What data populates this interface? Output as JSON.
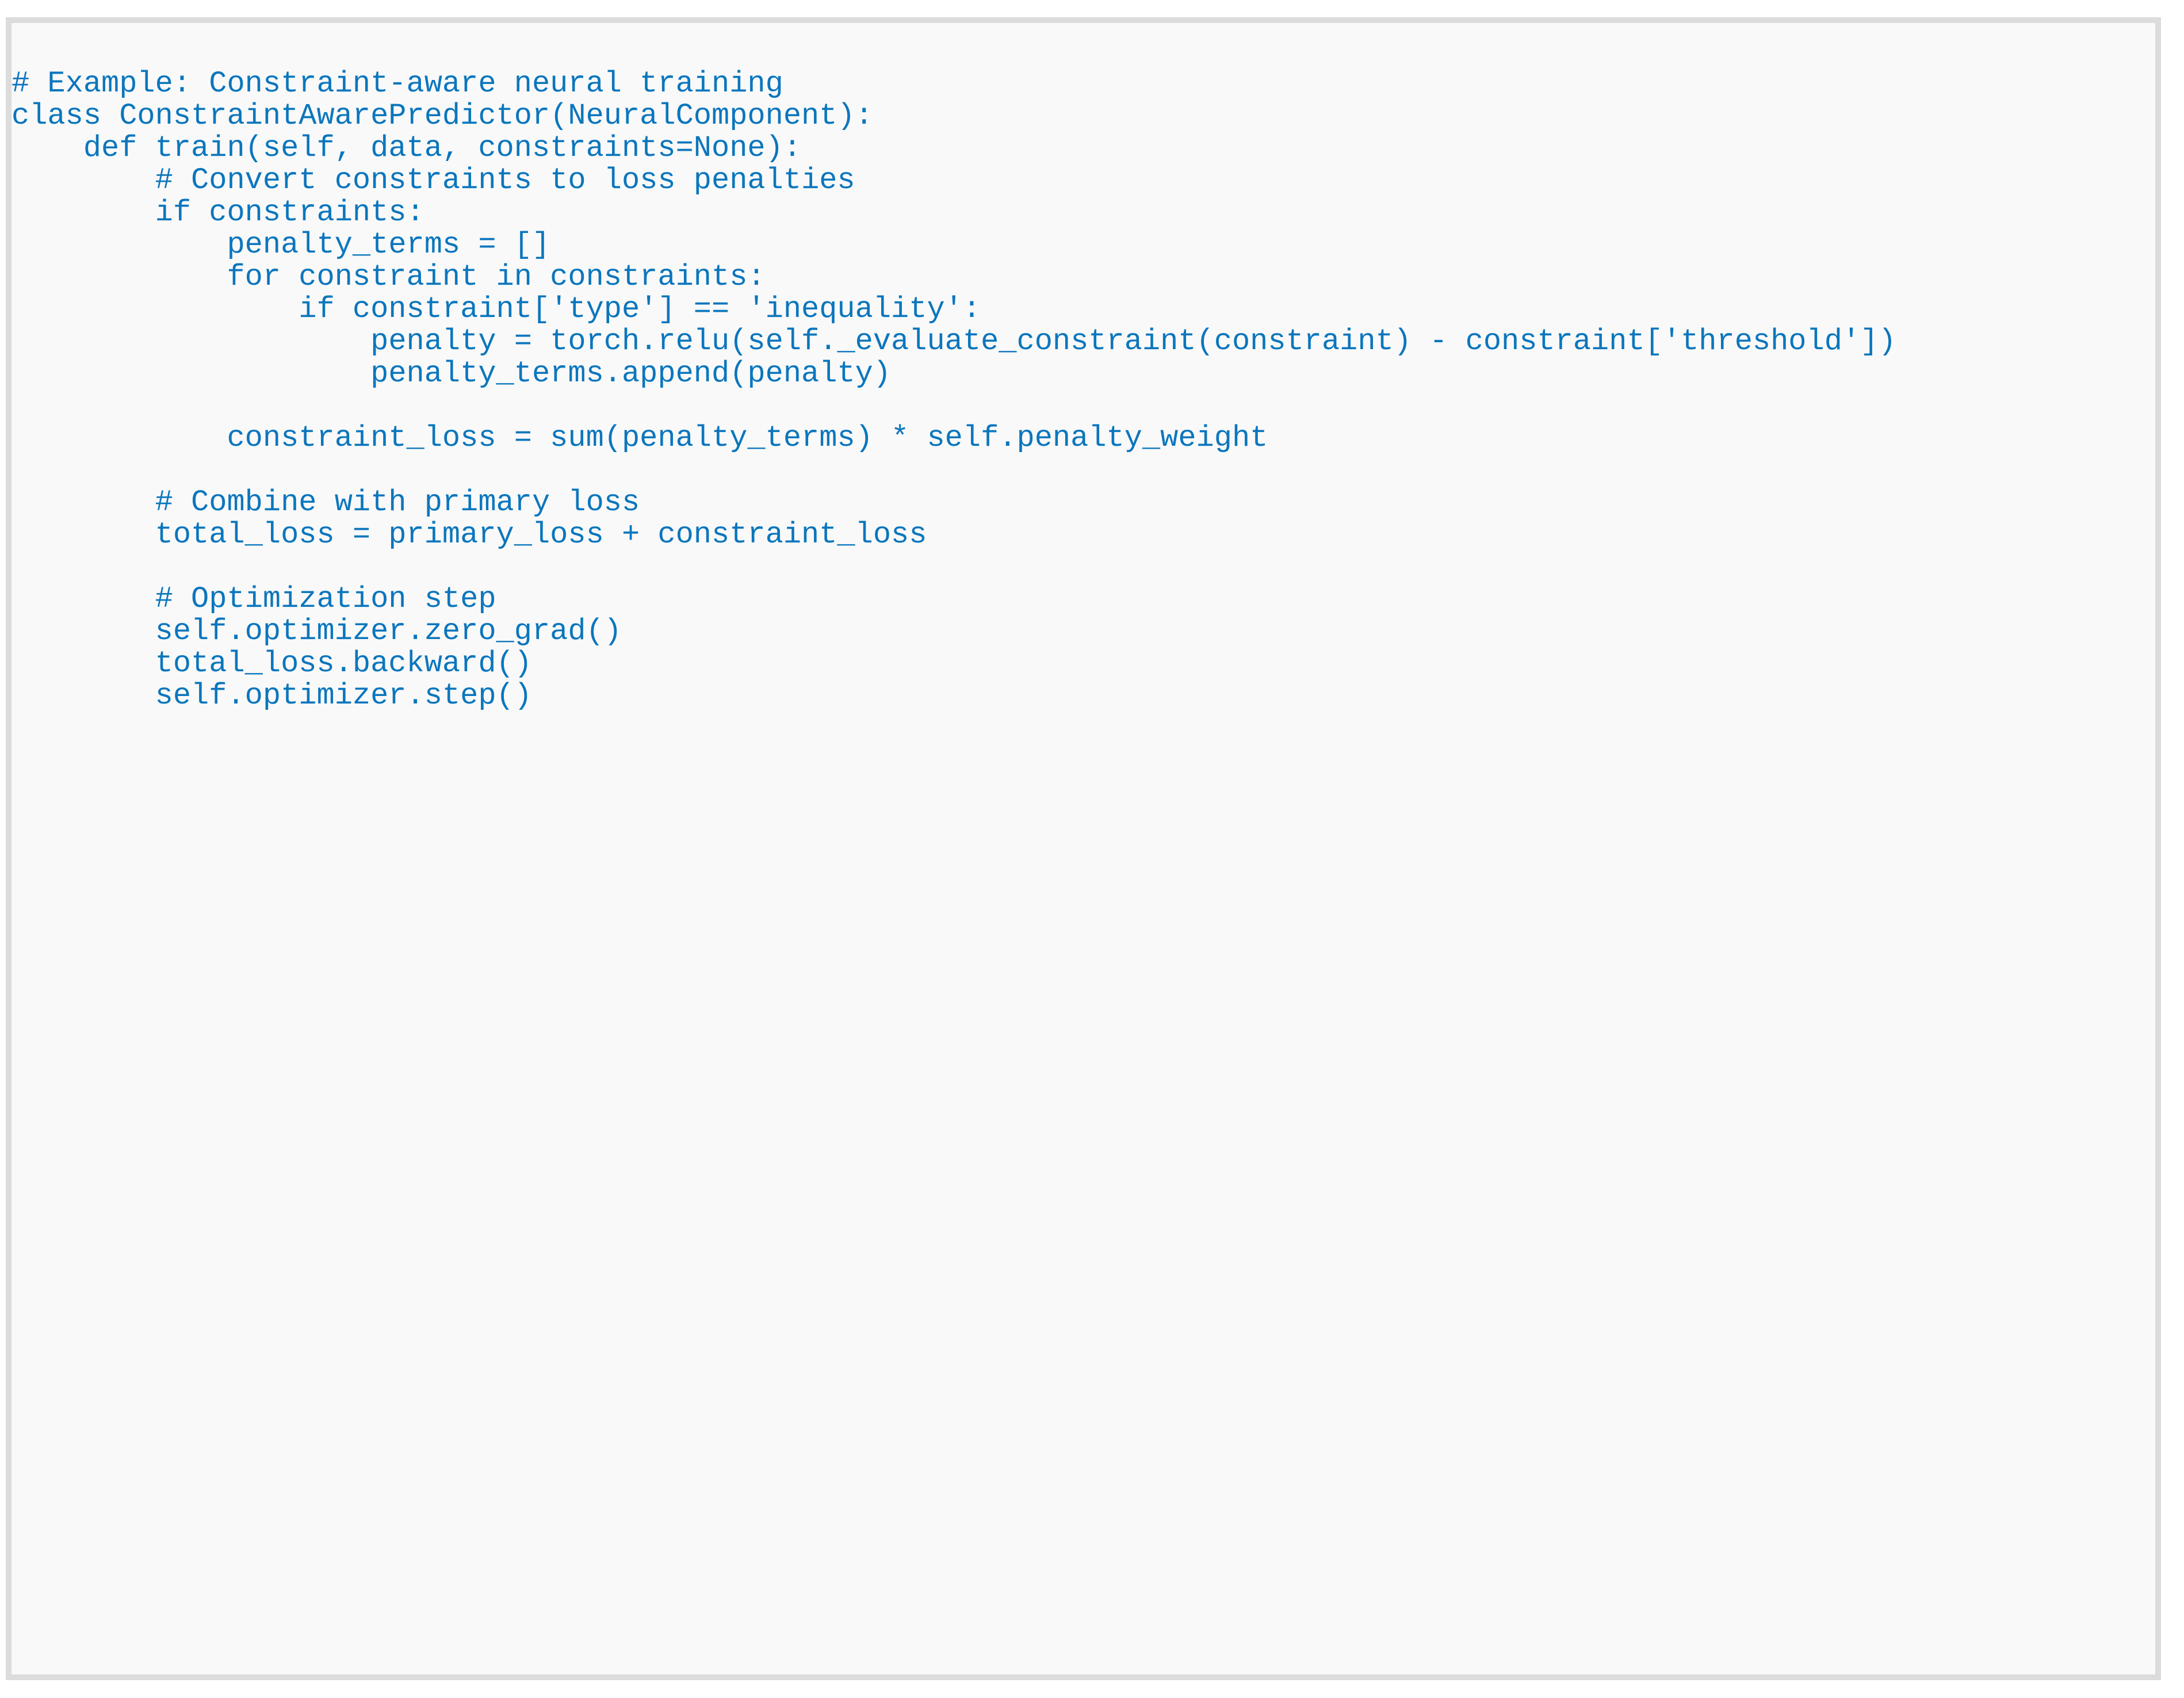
{
  "document": {
    "type": "code-block",
    "language": "python",
    "colors": {
      "page_background": "#ffffff",
      "block_background": "#f9f9f9",
      "block_border": "#dcdcdc",
      "code_text": "#0b76bd"
    }
  },
  "code": {
    "lines": [
      "# Example: Constraint-aware neural training",
      "class ConstraintAwarePredictor(NeuralComponent):",
      "    def train(self, data, constraints=None):",
      "        # Convert constraints to loss penalties",
      "        if constraints:",
      "            penalty_terms = []",
      "            for constraint in constraints:",
      "                if constraint['type'] == 'inequality':",
      "                    penalty = torch.relu(self._evaluate_constraint(constraint) - constraint['threshold'])",
      "                    penalty_terms.append(penalty)",
      "",
      "            constraint_loss = sum(penalty_terms) * self.penalty_weight",
      "",
      "        # Combine with primary loss",
      "        total_loss = primary_loss + constraint_loss",
      "",
      "        # Optimization step",
      "        self.optimizer.zero_grad()",
      "        total_loss.backward()",
      "        self.optimizer.step()"
    ]
  }
}
